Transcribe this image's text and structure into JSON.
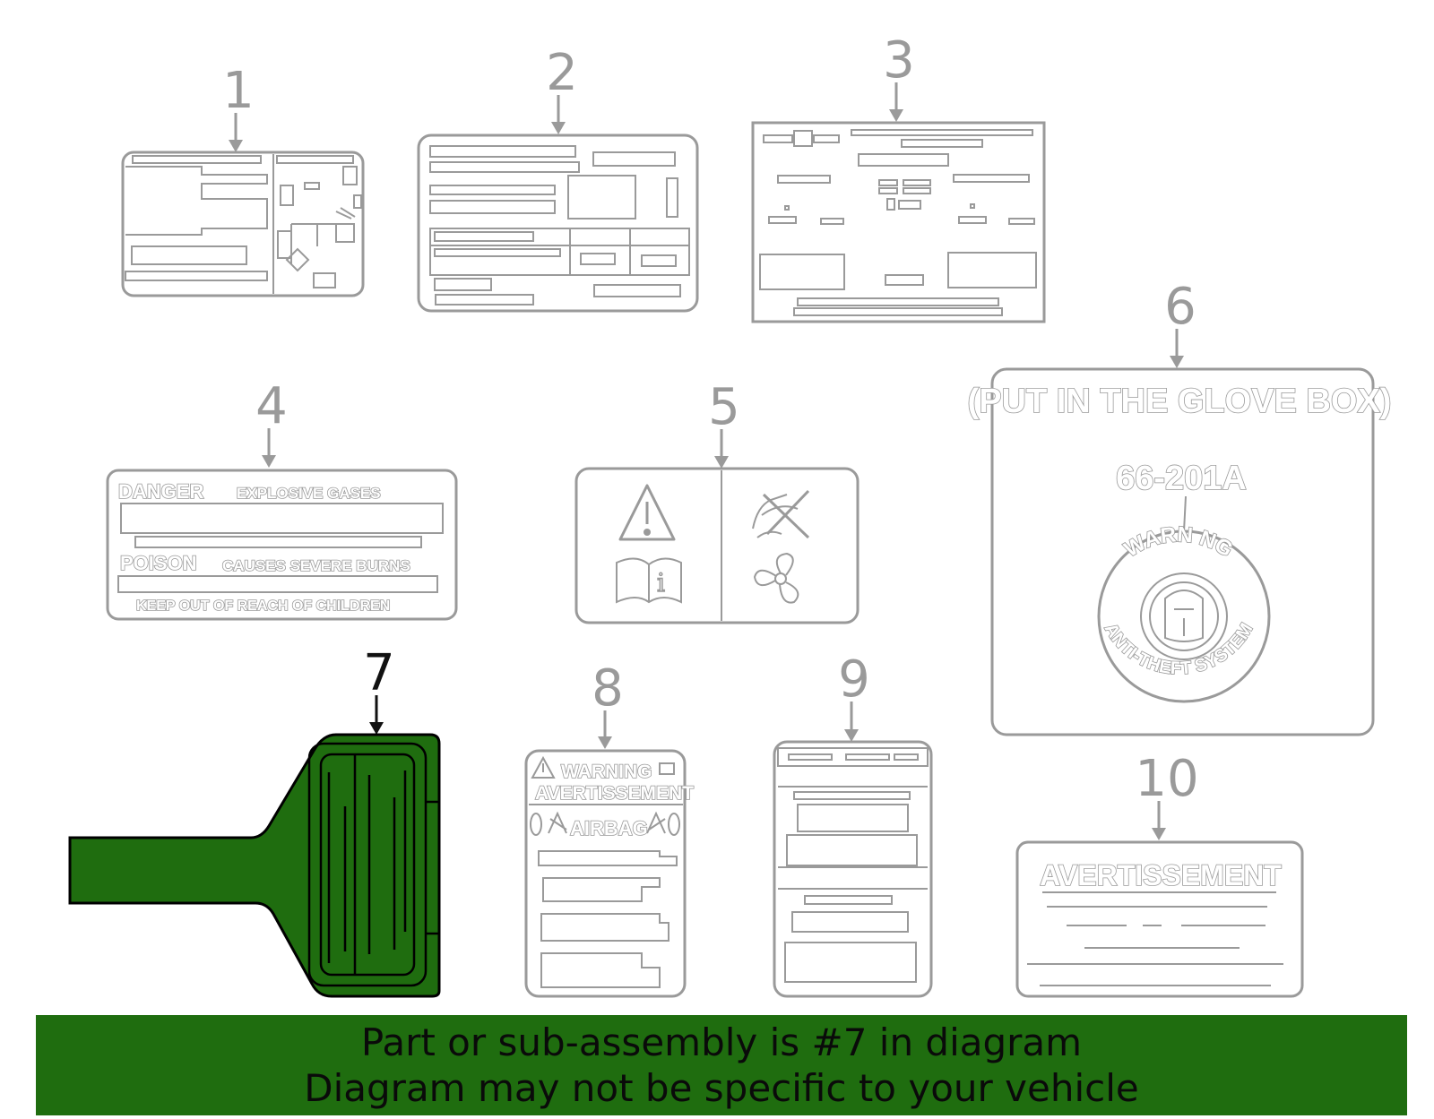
{
  "callouts": [
    "1",
    "2",
    "3",
    "4",
    "5",
    "6",
    "7",
    "8",
    "9",
    "10"
  ],
  "selected_callout": "7",
  "labels": {
    "label4": {
      "danger": "DANGER",
      "explosive": "EXPLOSIVE GASES",
      "poison": "POISON",
      "burns": "CAUSES SEVERE BURNS",
      "keep_out": "KEEP OUT OF REACH OF CHILDREN"
    },
    "label6": {
      "glove_box": "(PUT IN THE GLOVE BOX)",
      "part_no": "66-201A",
      "warning": "WARN NG",
      "anti_theft": "ANTI-THEFT SYSTEM"
    },
    "label8": {
      "warning": "WARNING",
      "avertissement": "AVERTISSEMENT",
      "airbag": "AIRBAG"
    },
    "label10": {
      "avertissement": "AVERTISSEMENT"
    }
  },
  "banner": {
    "line1": "Part or sub-assembly is #7 in diagram",
    "line2": "Diagram may not be specific to your vehicle"
  },
  "colors": {
    "highlight": "#1f6d0f",
    "line_art": "#9a9a9a",
    "selected_outline": "#000000"
  }
}
